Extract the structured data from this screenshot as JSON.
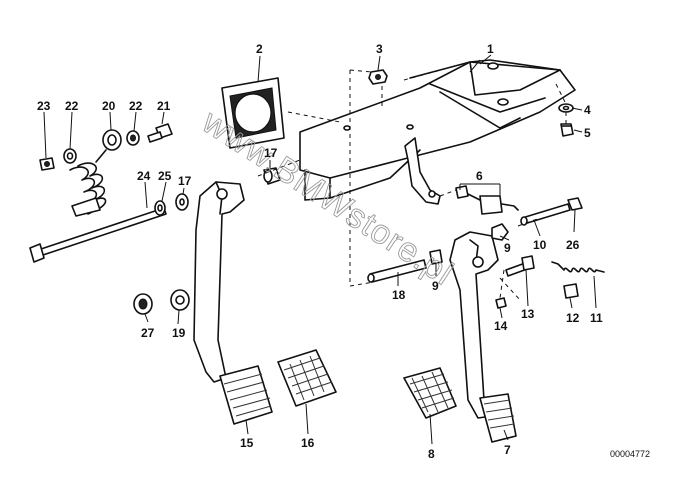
{
  "diagram": {
    "watermark": "www.BMWstore.pl",
    "code": "00004772",
    "callouts": [
      {
        "id": "c1",
        "text": "1"
      },
      {
        "id": "c2",
        "text": "2"
      },
      {
        "id": "c3",
        "text": "3"
      },
      {
        "id": "c4",
        "text": "4"
      },
      {
        "id": "c5",
        "text": "5"
      },
      {
        "id": "c6",
        "text": "6"
      },
      {
        "id": "c7",
        "text": "7"
      },
      {
        "id": "c8",
        "text": "8"
      },
      {
        "id": "c9a",
        "text": "9"
      },
      {
        "id": "c9b",
        "text": "9"
      },
      {
        "id": "c10",
        "text": "10"
      },
      {
        "id": "c11",
        "text": "11"
      },
      {
        "id": "c12",
        "text": "12"
      },
      {
        "id": "c13",
        "text": "13"
      },
      {
        "id": "c14",
        "text": "14"
      },
      {
        "id": "c15",
        "text": "15"
      },
      {
        "id": "c16",
        "text": "16"
      },
      {
        "id": "c17a",
        "text": "17"
      },
      {
        "id": "c17b",
        "text": "17"
      },
      {
        "id": "c18",
        "text": "18"
      },
      {
        "id": "c19",
        "text": "19"
      },
      {
        "id": "c20",
        "text": "20"
      },
      {
        "id": "c21",
        "text": "21"
      },
      {
        "id": "c22a",
        "text": "22"
      },
      {
        "id": "c22b",
        "text": "22"
      },
      {
        "id": "c23",
        "text": "23"
      },
      {
        "id": "c24",
        "text": "24"
      },
      {
        "id": "c25",
        "text": "25"
      },
      {
        "id": "c26",
        "text": "26"
      },
      {
        "id": "c27",
        "text": "27"
      }
    ]
  }
}
